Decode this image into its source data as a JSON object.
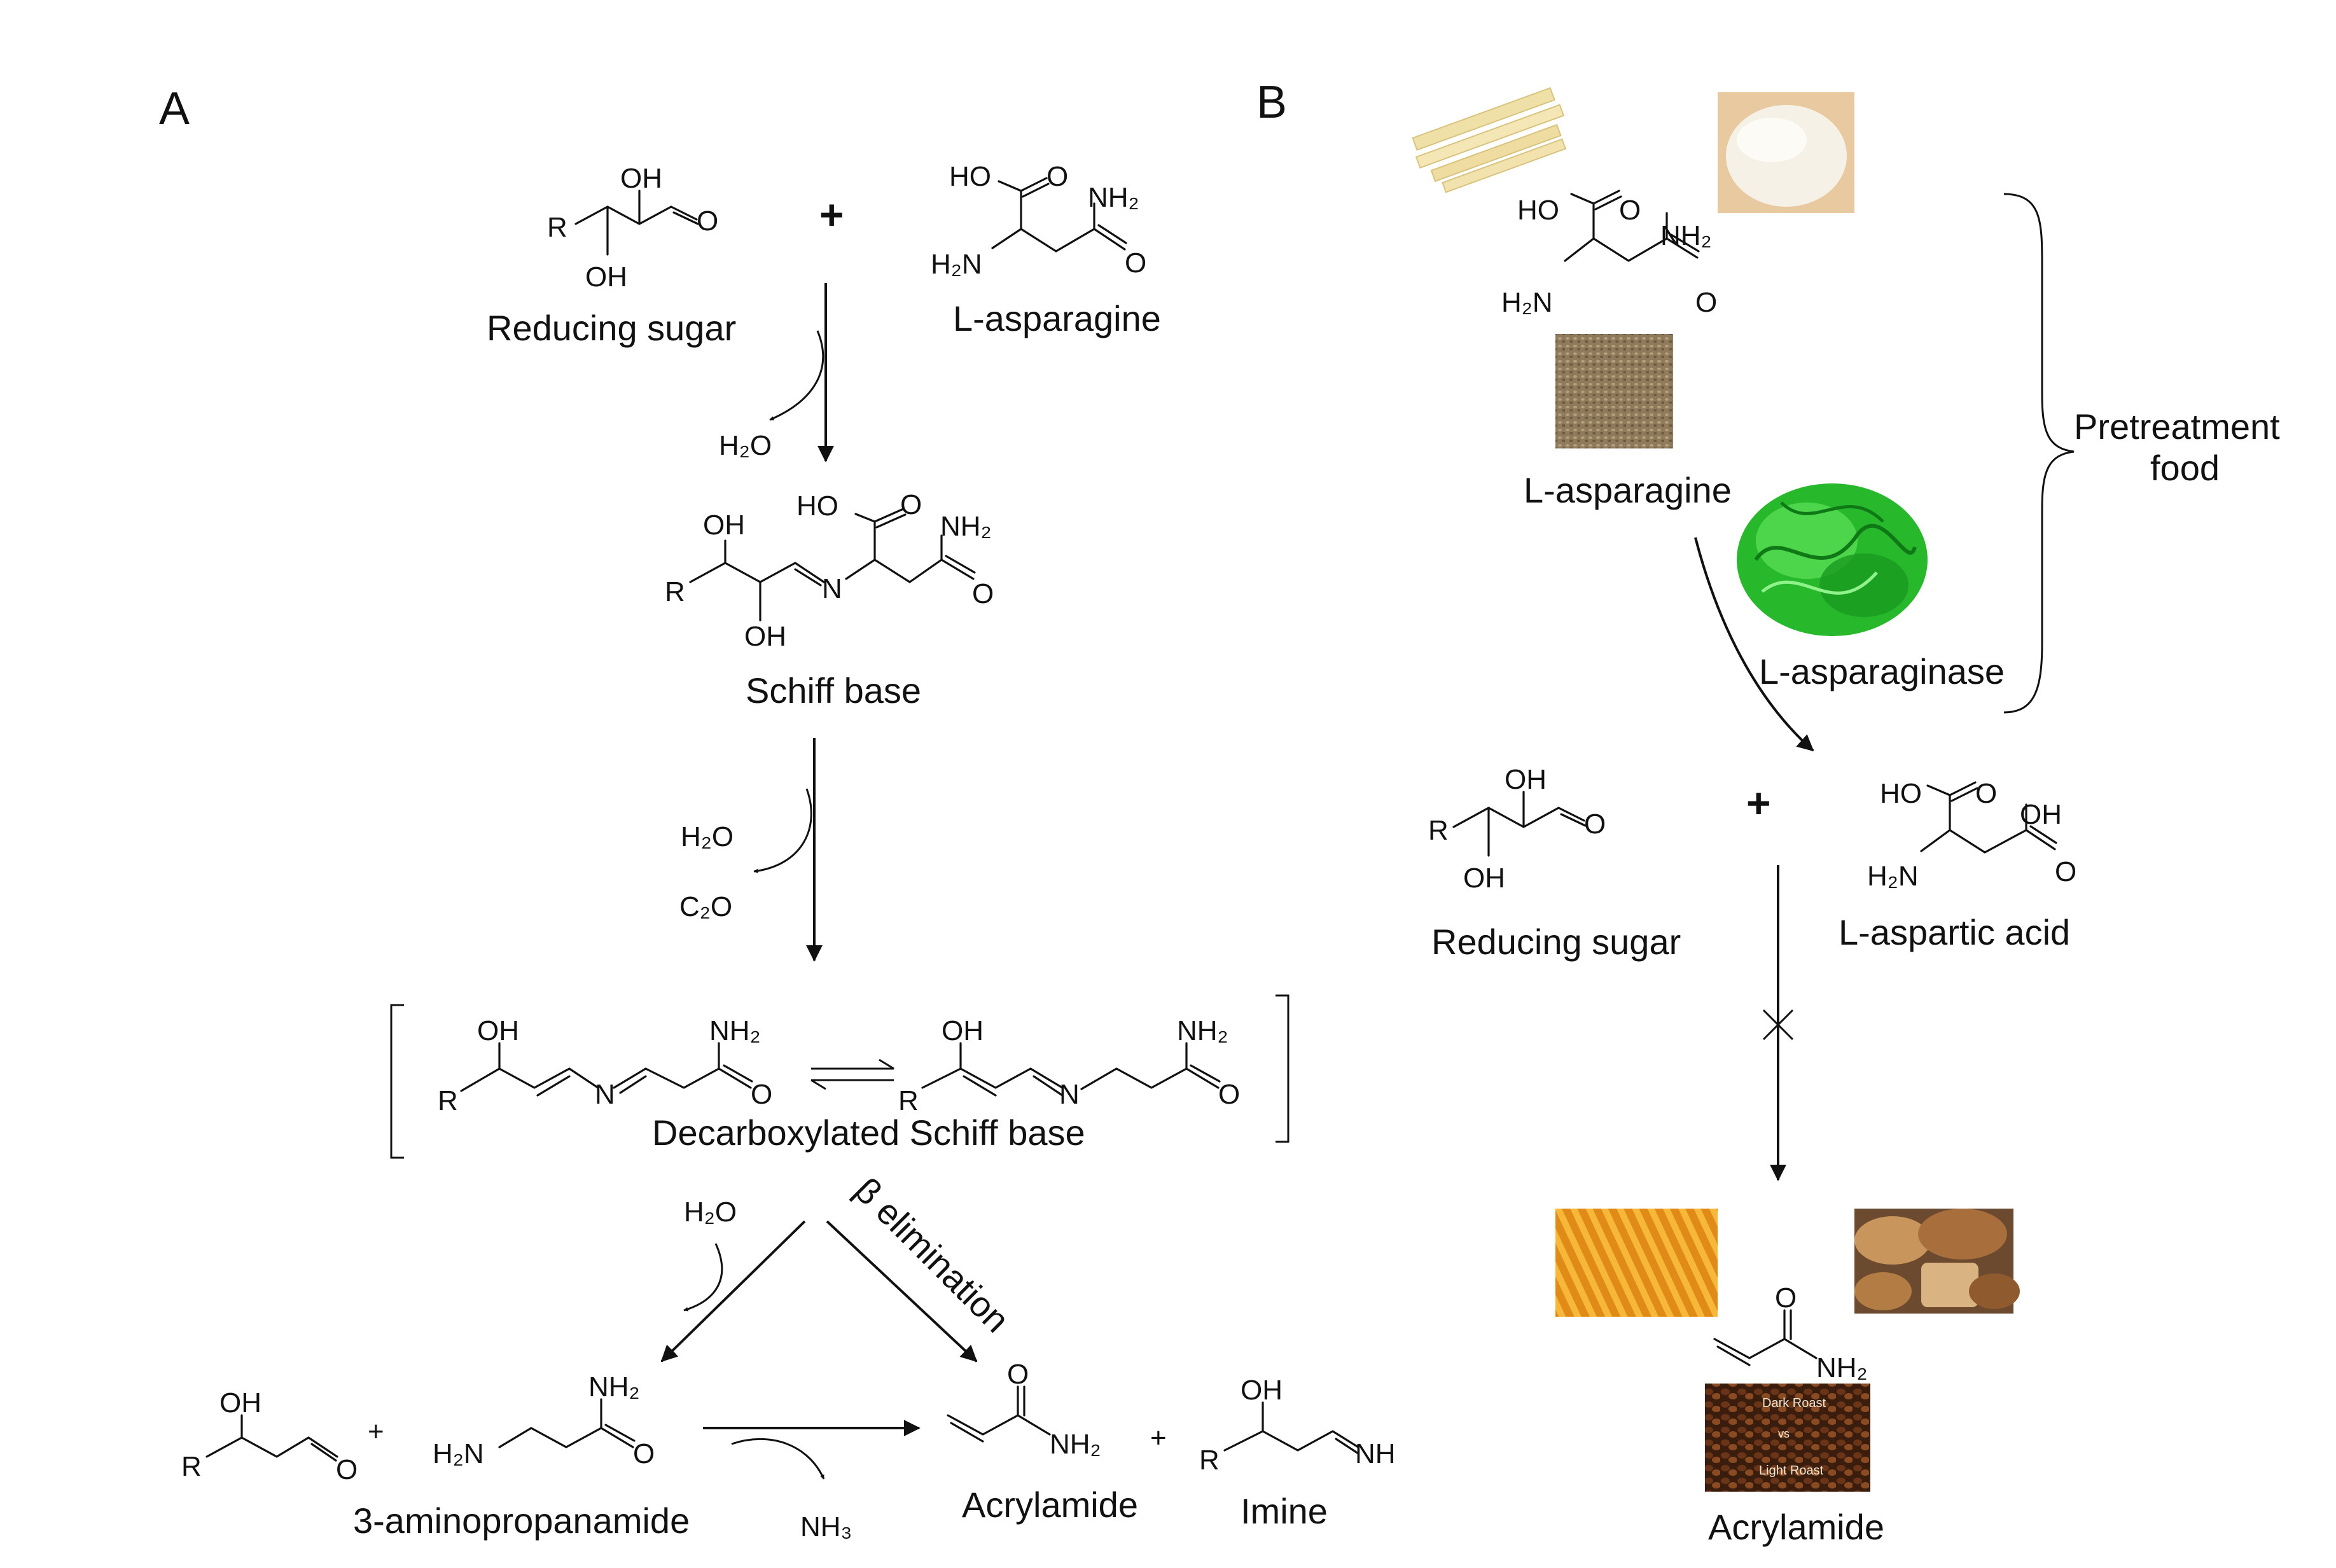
{
  "panels": {
    "a": "A",
    "b": "B"
  },
  "labels": {
    "reducing_sugar": "Reducing sugar",
    "l_asparagine": "L-asparagine",
    "schiff_base": "Schiff base",
    "decarboxylated_schiff_base": "Decarboxylated Schiff base",
    "aminopropanamide": "3-aminopropanamide",
    "acrylamide": "Acrylamide",
    "imine": "Imine",
    "beta_elimination": "β elimination",
    "l_asparaginase": "L-asparaginase",
    "pretreatment_food": [
      "Pretreatment",
      "food"
    ],
    "l_aspartic_acid": "L-aspartic acid"
  },
  "byproducts": {
    "h2o": "H₂O",
    "co2": "C₂O",
    "nh3": "NH₃"
  },
  "symbols": {
    "plus": "+"
  },
  "photos": {
    "coffee_text": [
      "Dark Roast",
      "vs",
      "Light Roast"
    ]
  }
}
